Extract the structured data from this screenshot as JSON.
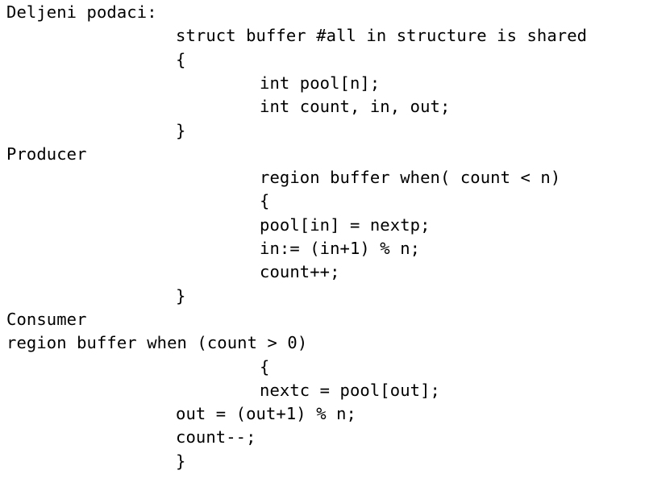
{
  "document": {
    "lines": [
      {
        "text": "Deljeni podaci:",
        "indent": 0
      },
      {
        "text": "struct buffer #all in structure is shared",
        "indent": 1
      },
      {
        "text": "{",
        "indent": 1
      },
      {
        "text": "int pool[n];",
        "indent": 2
      },
      {
        "text": "int count, in, out;",
        "indent": 2
      },
      {
        "text": "}",
        "indent": 1
      },
      {
        "text": "Producer",
        "indent": 0
      },
      {
        "text": "region buffer when( count < n)",
        "indent": 2
      },
      {
        "text": "{",
        "indent": 2
      },
      {
        "text": "pool[in] = nextp;",
        "indent": 2
      },
      {
        "text": "in:= (in+1) % n;",
        "indent": 2
      },
      {
        "text": "count++;",
        "indent": 2
      },
      {
        "text": "}",
        "indent": 1
      },
      {
        "text": "Consumer",
        "indent": 0
      },
      {
        "text": "region buffer when (count > 0)",
        "indent": 0
      },
      {
        "text": "{",
        "indent": 2
      },
      {
        "text": "nextc = pool[out];",
        "indent": 2
      },
      {
        "text": "out = (out+1) % n;",
        "indent": 1
      },
      {
        "text": "count--;",
        "indent": 1
      },
      {
        "text": "}",
        "indent": 1
      }
    ]
  }
}
